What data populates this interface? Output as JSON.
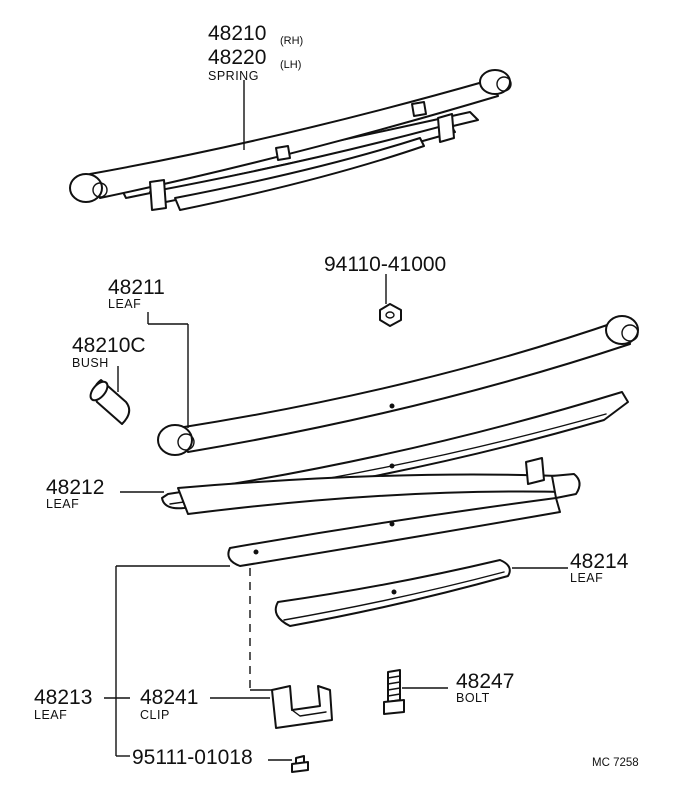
{
  "callouts": {
    "spring": {
      "pn_rh": "48210",
      "tag_rh": "(RH)",
      "pn_lh": "48220",
      "tag_lh": "(LH)",
      "name": "SPRING"
    },
    "nut": {
      "pn": "94110-41000"
    },
    "leaf_48211": {
      "pn": "48211",
      "name": "LEAF"
    },
    "bush": {
      "pn": "48210C",
      "name": "BUSH"
    },
    "leaf_48212": {
      "pn": "48212",
      "name": "LEAF"
    },
    "leaf_48214": {
      "pn": "48214",
      "name": "LEAF"
    },
    "leaf_48213": {
      "pn": "48213",
      "name": "LEAF"
    },
    "clip": {
      "pn": "48241",
      "name": "CLIP"
    },
    "bolt": {
      "pn": "48247",
      "name": "BOLT"
    },
    "screw": {
      "pn": "95111-01018"
    }
  },
  "diagram_code": "MC 7258"
}
